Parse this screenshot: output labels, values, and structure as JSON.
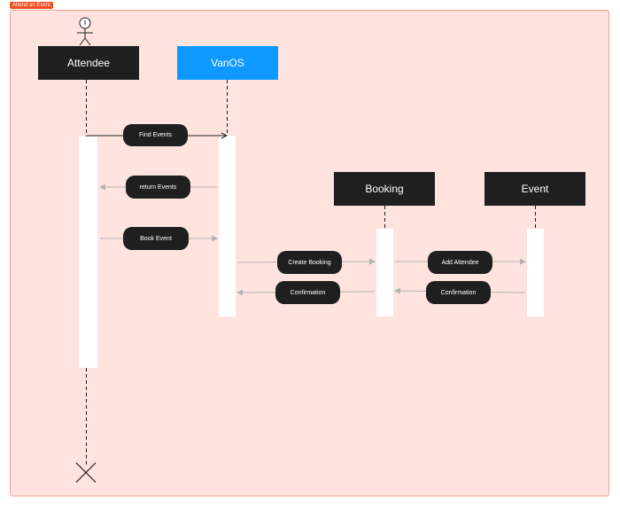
{
  "frame": {
    "tag": "Attend an Event"
  },
  "participants": {
    "attendee": "Attendee",
    "vanos": "VanOS",
    "booking": "Booking",
    "event": "Event"
  },
  "messages": {
    "find_events": "Find Events",
    "return_events": "return Events",
    "book_event": "Book Event",
    "create_booking": "Create Booking",
    "confirmation_vanos": "Confirmation",
    "add_attendee": "Add Attendee",
    "confirmation_booking": "Confirmation"
  },
  "colors": {
    "frame_bg": "#fee3df",
    "frame_border": "#f4a092",
    "tag_bg": "#f24e1e",
    "box_dark": "#1f1f1f",
    "box_accent": "#0d99ff",
    "arrow": "#b3b3b3"
  },
  "icons": {
    "actor": "person-icon",
    "terminator": "x-icon"
  }
}
